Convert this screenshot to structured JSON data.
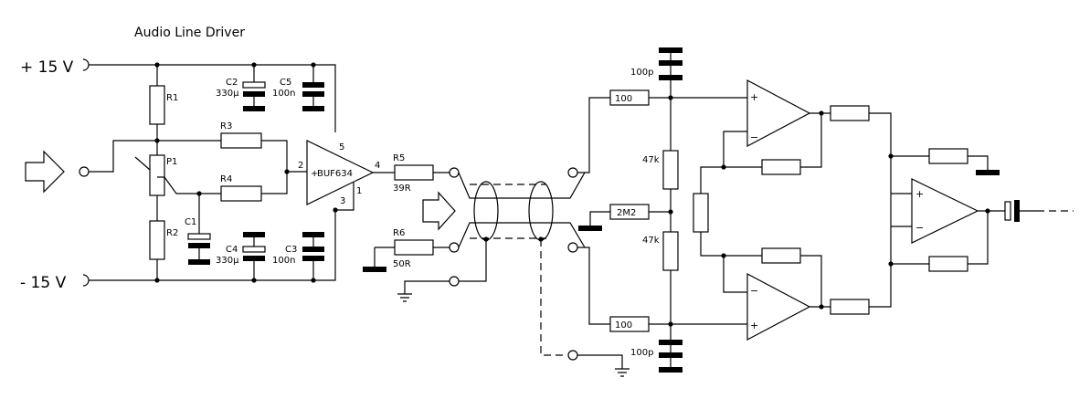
{
  "title": "Audio Line Driver",
  "supply": {
    "positive": "+ 15 V",
    "negative": "- 15 V"
  },
  "driver": {
    "ic": "BUF634",
    "pins": {
      "in_plus": "2",
      "out": "4",
      "v_plus": "5",
      "v_minus": "3",
      "bw": "1"
    },
    "resistors": {
      "r1": "R1",
      "r2": "R2",
      "r3": "R3",
      "r4": "R4",
      "r5": "R5",
      "r6": "R6"
    },
    "pot": "P1",
    "r5_value": "39R",
    "r6_value": "50R",
    "caps": {
      "c1": "C1",
      "c2": "C2",
      "c2_value": "330µ",
      "c5": "C5",
      "c5_value": "100n",
      "c4": "C4",
      "c4_value": "330µ",
      "c3": "C3",
      "c3_value": "100n"
    },
    "signs": {
      "plus": "+"
    }
  },
  "receiver": {
    "r_top": "100",
    "r_bottom": "100",
    "c_top": "100p",
    "c_bottom": "100p",
    "r_upper": "47k",
    "r_lower": "47k",
    "r_bias": "2M2",
    "signs": {
      "plus": "+",
      "minus": "−"
    }
  },
  "icons": [
    "input-arrow-icon",
    "cable-arrow-icon",
    "ground-icon",
    "output-jack-icon"
  ]
}
